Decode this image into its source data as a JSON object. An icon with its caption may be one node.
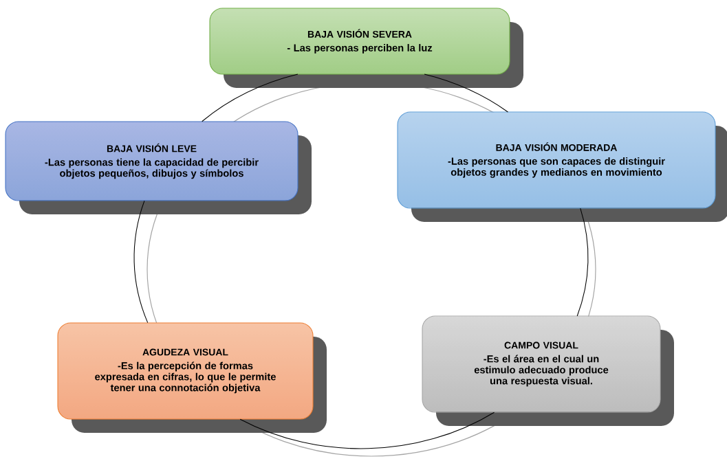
{
  "diagram": {
    "nodes": [
      {
        "text": [
          "BAJA VISIÓN SEVERA",
          "- Las personas perciben la luz"
        ]
      },
      {
        "text": [
          "BAJA VISIÓN LEVE",
          "-Las personas tiene la capacidad de percibir objetos pequeños, dibujos y símbolos"
        ]
      },
      {
        "text": [
          "BAJA VISIÓN MODERADA",
          "-Las personas que son capaces de distinguir objetos grandes y medianos en movimiento"
        ]
      },
      {
        "text": [
          "AGUDEZA VISUAL",
          "-Es la percepción de formas expresada en cifras, lo que le permite tener una connotación objetiva"
        ]
      },
      {
        "text": [
          "CAMPO VISUAL",
          "-Es el área en el cual un estimulo adecuado produce una respuesta visual."
        ]
      }
    ],
    "edges": [
      {
        "from": 0,
        "to": 2,
        "arrow": "none"
      },
      {
        "from": 2,
        "to": 4,
        "arrow": "none"
      },
      {
        "from": 4,
        "to": 3,
        "arrow": "none"
      },
      {
        "from": 3,
        "to": 1,
        "arrow": "none"
      },
      {
        "from": 1,
        "to": 0,
        "arrow": "none"
      }
    ]
  }
}
